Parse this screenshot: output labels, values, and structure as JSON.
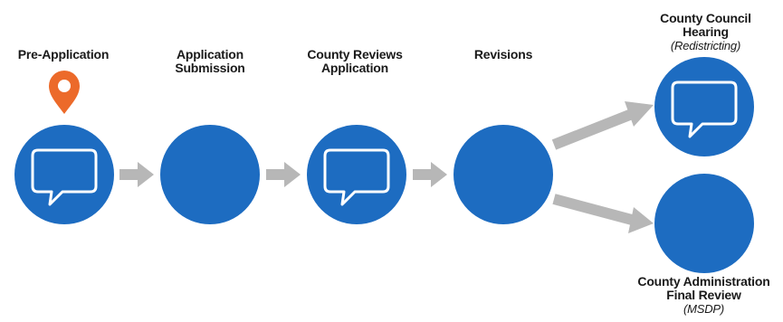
{
  "steps": [
    {
      "label_lines": [
        "Pre-Application"
      ],
      "has_chat_icon": true,
      "has_pin": true
    },
    {
      "label_lines": [
        "Application",
        "Submission"
      ],
      "has_chat_icon": false
    },
    {
      "label_lines": [
        "County Reviews",
        "Application"
      ],
      "has_chat_icon": true
    },
    {
      "label_lines": [
        "Revisions"
      ],
      "has_chat_icon": false
    },
    {
      "label_lines": [
        "County Council",
        "Hearing"
      ],
      "sub": "(Redistricting)",
      "has_chat_icon": true
    },
    {
      "label_lines": [
        "County Administration",
        "Final Review"
      ],
      "sub": "(MSDP)",
      "has_chat_icon": false
    }
  ],
  "colors": {
    "circle": "#1d6cc1",
    "arrow": "#b7b7b7",
    "pin": "#ec6a2a",
    "icon_stroke": "#ffffff",
    "text": "#1a1a1a"
  },
  "icons": {
    "pin": "location-pin-icon",
    "chat": "speech-bubble-icon"
  }
}
